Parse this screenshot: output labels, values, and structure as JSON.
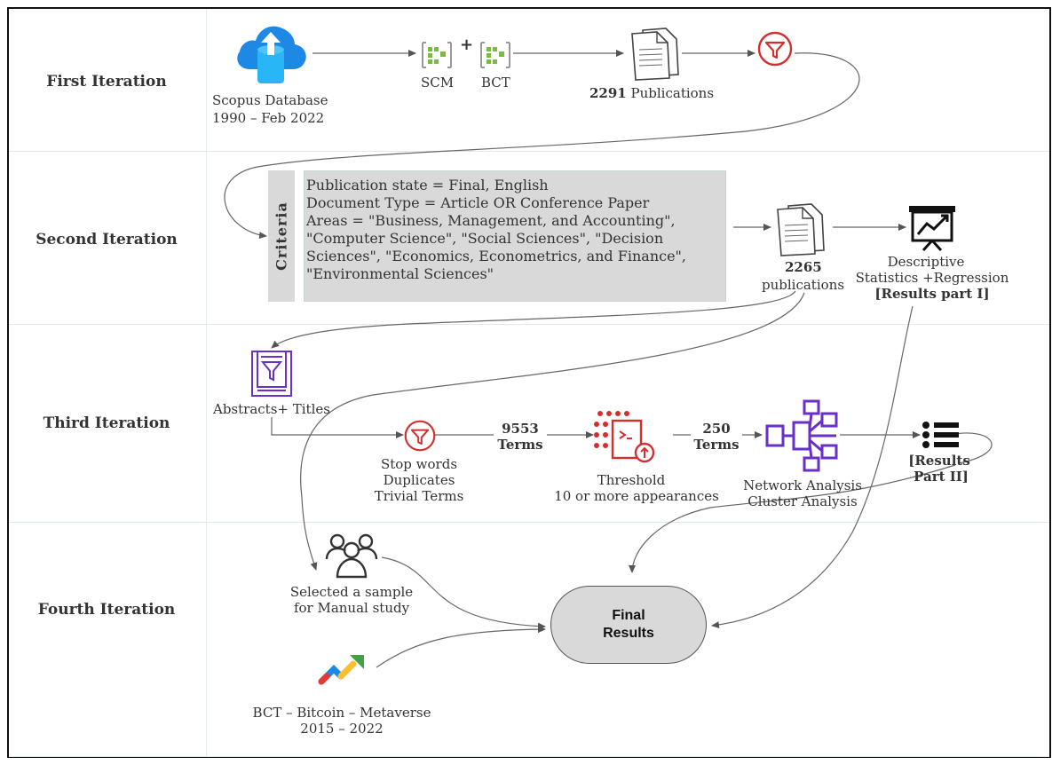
{
  "stages": {
    "first": "First Iteration",
    "second": "Second Iteration",
    "third": "Third Iteration",
    "fourth": "Fourth Iteration"
  },
  "first": {
    "database_line1": "Scopus Database",
    "database_line2": "1990 – Feb 2022",
    "scm": "SCM",
    "plus": "+",
    "bct": "BCT",
    "pub_count": "2291",
    "pub_label": "Publications"
  },
  "second": {
    "criteria_title": "Criteria",
    "criteria_lines": [
      "Publication state = Final, English",
      "Document Type =  Article OR Conference Paper",
      "Areas =  \"Business, Management, and Accounting\",",
      "\"Computer Science\", \"Social Sciences\", \"Decision",
      "Sciences\", \"Economics, Econometrics, and Finance\",",
      "\"Environmental Sciences\""
    ],
    "pub_count": "2265",
    "pub_label": "publications",
    "stats_line1": "Descriptive",
    "stats_line2": "Statistics +Regression",
    "results_part1": "[Results part I]"
  },
  "third": {
    "abstracts": "Abstracts+ Titles",
    "filter_line1": "Stop words",
    "filter_line2": "Duplicates",
    "filter_line3": "Trivial Terms",
    "terms1_count": "9553",
    "terms1_label": "Terms",
    "threshold_line1": "Threshold",
    "threshold_line2": "10 or more appearances",
    "terms2_count": "250",
    "terms2_label": "Terms",
    "network_line1": "Network Analysis",
    "network_line2": "Cluster Analysis",
    "results_part2_line1": "[Results",
    "results_part2_line2": "Part II]"
  },
  "fourth": {
    "sample_line1": "Selected a sample",
    "sample_line2": "for Manual study",
    "trends_line1": "BCT – Bitcoin – Metaverse",
    "trends_line2": "2015 – 2022",
    "final_line1": "Final",
    "final_line2": "Results"
  },
  "colors": {
    "cloud_blue": "#1e88e5",
    "scm_green": "#7cbb42",
    "filter_red": "#d32f2f",
    "network_purple": "#6a2fc6",
    "connector": "#555555",
    "box_gray": "#d9d9d9"
  }
}
